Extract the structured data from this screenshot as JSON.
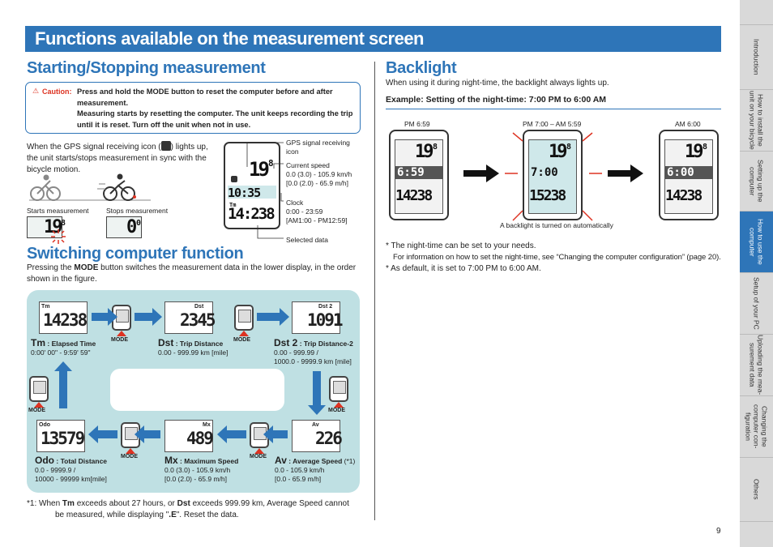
{
  "header": {
    "title": "Functions available on the measurement screen"
  },
  "page_number": "9",
  "sidebar": {
    "tabs": [
      {
        "label": "Introduction",
        "active": false
      },
      {
        "label": "How to install the unit on your bicycle",
        "active": false
      },
      {
        "label": "Setting up the computer",
        "active": false
      },
      {
        "label": "How to use the computer",
        "active": true
      },
      {
        "label": "Setup of your PC",
        "active": false
      },
      {
        "label": "Uploading the mea-surement data",
        "active": false
      },
      {
        "label": "Changing the computer con-figuration",
        "active": false
      },
      {
        "label": "Others",
        "active": false
      }
    ]
  },
  "left": {
    "start_stop_title": "Starting/Stopping measurement",
    "caution": {
      "label": "Caution:",
      "line1": "Press and hold the MODE button to reset the computer before and after measurement.",
      "line2": "Measuring starts by resetting the computer. The unit keeps recording the trip until it is reset. Turn off the unit when not in use."
    },
    "gps_text_a": "When the GPS signal receiving icon (",
    "gps_text_b": ") lights up, the unit starts/stops measurement in sync with the bicycle motion.",
    "starts_label": "Starts measurement",
    "stops_label": "Stops measurement",
    "starts_digits": "19",
    "starts_dec": "8",
    "stops_digits": "0",
    "stops_dec": "0",
    "unit_kmh": "km/h",
    "callouts": {
      "gps": "GPS signal receiving icon",
      "speed_title": "Current speed",
      "speed_range1": "0.0 (3.0) - 105.9 km/h",
      "speed_range2": "[0.0 (2.0) - 65.9 m/h]",
      "clock_title": "Clock",
      "clock_range1": "0:00 - 23:59",
      "clock_range2": "[AM1:00 - PM12:59]",
      "selected": "Selected data"
    },
    "device_speed": "19",
    "device_speed_dec": "8",
    "device_clock": "10:35",
    "device_tm": "Tm",
    "device_data": "14:238",
    "switch_title": "Switching computer function",
    "switch_text_a": "Pressing the ",
    "switch_text_mode": "MODE",
    "switch_text_b": " button switches the measurement data in the lower display, in the order shown in the figure.",
    "mode_label": "MODE",
    "functions": {
      "tm": {
        "code": "Tm",
        "name": ": Elapsed Time",
        "range1": "0:00' 00\" - 9:59' 59\"",
        "range2": "",
        "value": "14238"
      },
      "dst": {
        "code": "Dst",
        "name": ": Trip Distance",
        "range1": "0.00 - 999.99 km [mile]",
        "range2": "",
        "value": "2345"
      },
      "dst2": {
        "code": "Dst 2",
        "name": ": Trip Distance-2",
        "range1": "0.00 - 999.99 /",
        "range2": "1000.0 - 9999.9 km [mile]",
        "value": "1091"
      },
      "odo": {
        "code": "Odo",
        "name": ": Total Distance",
        "range1": "0.0 - 9999.9 /",
        "range2": "10000 - 99999 km[mile]",
        "value": "13579"
      },
      "mx": {
        "code": "Mx",
        "name": ": Maximum Speed",
        "range1": "0.0 (3.0) - 105.9 km/h",
        "range2": "[0.0 (2.0) - 65.9 m/h]",
        "value": "489"
      },
      "av": {
        "code": "Av",
        "name": ": Average Speed",
        "note": "(*1)",
        "range1": "0.0 - 105.9 km/h",
        "range2": "[0.0 - 65.9 m/h]",
        "value": "226"
      }
    },
    "footnote_a": "*1:   When ",
    "footnote_tm": "Tm",
    "footnote_b": " exceeds about 27 hours, or ",
    "footnote_dst": "Dst",
    "footnote_c": " exceeds 999.99 km, Average Speed cannot",
    "footnote_line2a": "be measured, while displaying \"",
    "footnote_e": ".E",
    "footnote_line2b": "\". Reset the data."
  },
  "right": {
    "backlight_title": "Backlight",
    "intro": "When using it during night-time, the backlight always lights up.",
    "example": "Example: Setting of the night-time: 7:00 PM to 6:00 AM",
    "times": [
      "PM 6:59",
      "PM 7:00 – AM 5:59",
      "AM 6:00"
    ],
    "clocks": [
      "6:59",
      "7:00",
      "6:00"
    ],
    "data_values": [
      "14238",
      "15238",
      "14238"
    ],
    "speed": "19",
    "speed_dec": "8",
    "auto_caption": "A backlight is turned on automatically",
    "note1": "* The night-time can be set to your needs.",
    "note1b": "For information on how to set the night-time, see “Changing the computer configuration” (page 20).",
    "note2": "* As default, it is set to 7:00 PM to 6:00 AM."
  },
  "colors": {
    "accent": "#2e75b8",
    "diagram_bg": "#bfe0e3",
    "warning": "#d32"
  }
}
